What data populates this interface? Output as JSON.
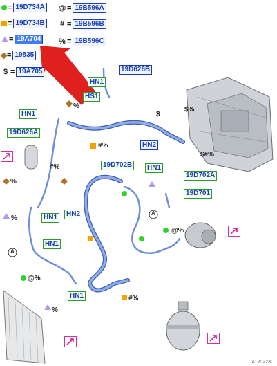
{
  "legend": [
    {
      "symbol": "green-dot",
      "label": "19D734A"
    },
    {
      "symbol": "@",
      "label": "19B596A"
    },
    {
      "symbol": "orange-square",
      "label": "19D734B"
    },
    {
      "symbol": "#",
      "label": "19B596B"
    },
    {
      "symbol": "purple-triangle",
      "label": "19A704",
      "selected": true
    },
    {
      "symbol": "%",
      "label": "19B596C"
    },
    {
      "symbol": "brown-diamond",
      "label": "19835"
    },
    {
      "symbol": "$",
      "label": "19A705"
    }
  ],
  "legend_equals": "=",
  "callouts": {
    "p19D626B_top": "19D626B",
    "hn1_top": "HN1",
    "hs1": "HS1",
    "hn1_left": "HN1",
    "p19D626A": "19D626A",
    "hn2_right": "HN2",
    "p19D702B": "19D702B",
    "hn1_mid": "HN1",
    "p19D702A": "19D702A",
    "p19D701": "19D701",
    "hn1_l1": "HN1",
    "hn2_mid": "HN2",
    "hn1_l2": "HN1",
    "hn1_bottom": "HN1"
  },
  "symbols_text": {
    "pct_top": "%",
    "dollar_top": "$",
    "dollar_pct": "$%",
    "hash_pct_lower": "#%",
    "pct_left": "%",
    "hash_pct_right": "$#%",
    "hash_pct_mid": "#%",
    "pct_lower": "%",
    "at_pct_right": "@%",
    "at_pct_left": "@%",
    "pct_tri_left": "%",
    "hash_pct_bottom": "#%",
    "circle_a": "A",
    "circle_a2": "A"
  },
  "footer": "4120223C",
  "colors": {
    "hose": "#6f8fd6",
    "hose_dark": "#3d5fb0",
    "green": "#2ed12e",
    "orange": "#f5a300",
    "purple": "#b497e8",
    "brown": "#b0731e",
    "magenta": "#d62ea6",
    "red_arrow": "#e0201c"
  }
}
